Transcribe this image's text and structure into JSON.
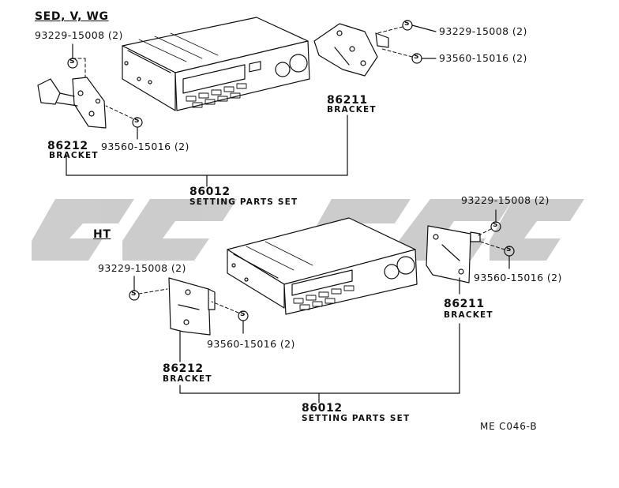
{
  "sections": {
    "top": "SED, V, WG",
    "bottom": "HT"
  },
  "top": {
    "screw_a_left": "93229-15008 (2)",
    "screw_b_left": "93560-15016 (2)",
    "screw_a_right": "93229-15008 (2)",
    "screw_b_right": "93560-15016 (2)",
    "left_bracket_num": "86212",
    "left_bracket_name": "BRACKET",
    "right_bracket_num": "86211",
    "right_bracket_name": "BRACKET",
    "set_num": "86012",
    "set_name": "SETTING PARTS SET"
  },
  "bottom": {
    "screw_a_left": "93229-15008 (2)",
    "screw_b_left": "93560-15016 (2)",
    "screw_a_right": "93229-15008 (2)",
    "screw_b_right": "93560-15016 (2)",
    "left_bracket_num": "86212",
    "left_bracket_name": "BRACKET",
    "right_bracket_num": "86211",
    "right_bracket_name": "BRACKET",
    "set_num": "86012",
    "set_name": "SETTING PARTS SET"
  },
  "diagram_code": "ME C046-B",
  "symbols": {
    "screw_icon": "S"
  },
  "colors": {
    "line": "#111111",
    "watermark": "#bdbdbd"
  }
}
